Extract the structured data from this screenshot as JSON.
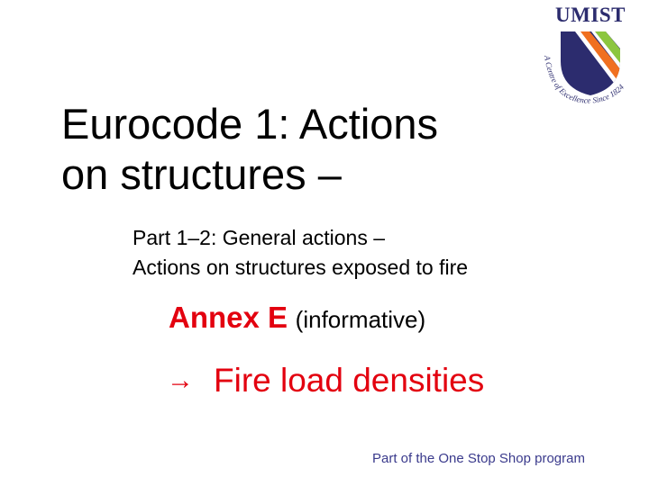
{
  "logo": {
    "name": "UMIST",
    "motto": "A Centre of Excellence Since 1824",
    "colors": {
      "navy": "#2c2c6e",
      "orange": "#f07020",
      "green": "#8cc63f"
    }
  },
  "slide": {
    "title_lines": [
      "Eurocode 1: Actions",
      "on structures –"
    ],
    "subtitle_lines": [
      "Part 1–2: General actions –",
      "Actions on structures exposed to fire"
    ],
    "annex": {
      "label": "Annex E",
      "note": "(informative)"
    },
    "topic": {
      "arrow": "→",
      "text": "Fire load densities"
    },
    "footer": "Part of the One Stop Shop program"
  },
  "colors": {
    "accent_red": "#e3000f",
    "footer_blue": "#3a3a8c",
    "text": "#000000",
    "background": "#ffffff"
  }
}
